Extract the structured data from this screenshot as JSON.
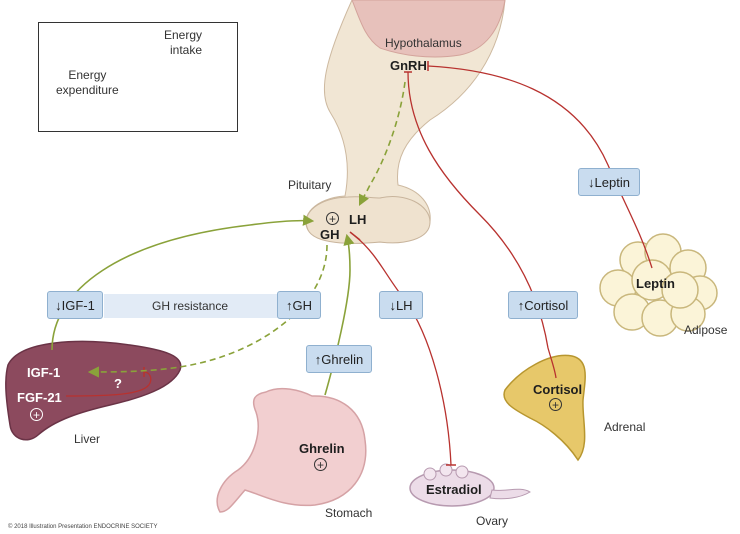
{
  "balance": {
    "intake_label": "Energy\nintake",
    "expenditure_label": "Energy\nexpenditure"
  },
  "organs": {
    "hypothalamus": "Hypothalamus",
    "pituitary": "Pituitary",
    "liver": "Liver",
    "stomach": "Stomach",
    "ovary": "Ovary",
    "adrenal": "Adrenal",
    "adipose": "Adipose"
  },
  "hormones": {
    "gnrh": "GnRH",
    "lh": "LH",
    "gh": "GH",
    "igf1": "IGF-1",
    "fgf21": "FGF-21",
    "ghrelin": "Ghrelin",
    "estradiol": "Estradiol",
    "cortisol": "Cortisol",
    "leptin": "Leptin"
  },
  "unknown_mark": "?",
  "stimulate_symbol": "+",
  "boxes": {
    "leptin_down": "↓Leptin",
    "igf1_down": "↓IGF-1",
    "gh_resistance": "GH resistance",
    "gh_up": "↑GH",
    "lh_down": "↓LH",
    "cortisol_up": "↑Cortisol",
    "ghrelin_up": "↑Ghrelin"
  },
  "colors": {
    "green_arrow": "#8aa23a",
    "red_inhibit": "#b8322f",
    "box_fill": "#c9dcef"
  },
  "credit": "© 2018 Illustration Presentation ENDOCRINE SOCIETY"
}
